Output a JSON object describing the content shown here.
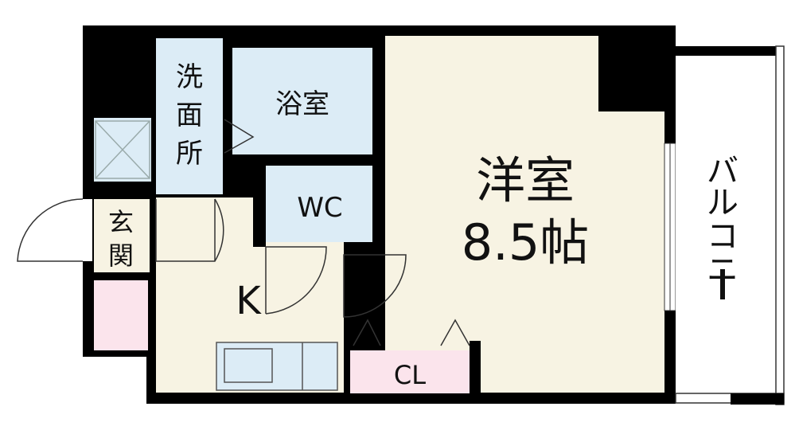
{
  "rooms": {
    "western": {
      "name": "洋室",
      "size": "8.5帖"
    },
    "kitchen": {
      "name": "K"
    },
    "bath": {
      "name": "浴室"
    },
    "washroom": {
      "name_chars": [
        "洗",
        "面",
        "所"
      ]
    },
    "wc": {
      "name": "WC"
    },
    "entrance": {
      "name_chars": [
        "玄",
        "関"
      ]
    },
    "closet": {
      "name": "CL"
    },
    "balcony": {
      "name_chars": [
        "バ",
        "ル",
        "コ",
        "ニ",
        "ー"
      ]
    }
  },
  "colors": {
    "wall": "#000000",
    "western_floor": "#f7f3e3",
    "kitchen_floor": "#f7f3e3",
    "wet_area": "#dcecf6",
    "closet": "#fbe4ec",
    "entrance_storage": "#fbe4ec",
    "balcony": "#ffffff"
  }
}
